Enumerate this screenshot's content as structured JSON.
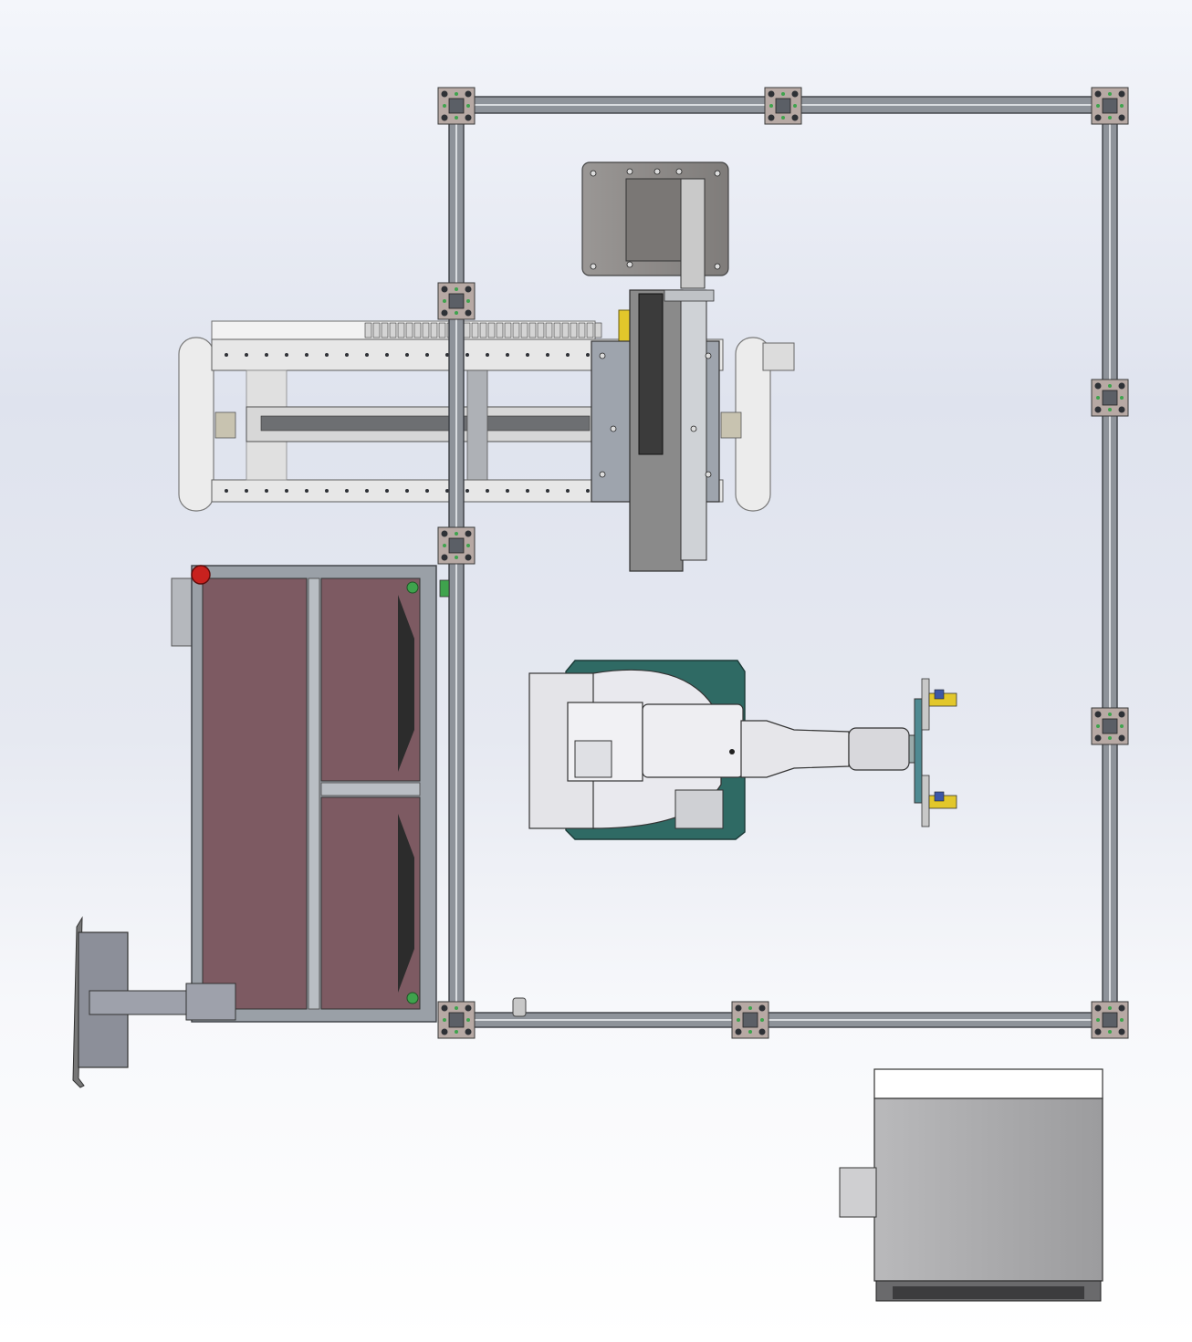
{
  "view": {
    "type": "CAD top-view assembly render",
    "background": [
      "#f4f6fb",
      "#dfe3ee",
      "#ffffff"
    ]
  },
  "palette": {
    "profile": "#8e939a",
    "profile_dark": "#3c3f44",
    "bracket": "#b7a9a4",
    "bolt": "#2e3136",
    "green_marker": "#3fa34d",
    "red_marker": "#c8211e",
    "cabinet_panel": "#7d5a62",
    "cabinet_frame": "#9aa0a7",
    "robot_base": "#2f6a64",
    "robot_body": "#e9e9ee",
    "yellow_block": "#e2c72b",
    "steel_plate": "#8f8c8a",
    "controller_body": "#a7a7a9",
    "pendant": "#8c8f99"
  },
  "components": [
    {
      "id": "safety-fence-frame",
      "icon": "aluminium-profile-frame"
    },
    {
      "id": "linear-gantry-axis",
      "icon": "linear-module"
    },
    {
      "id": "loading-station-plate",
      "icon": "fixture-plate"
    },
    {
      "id": "material-cabinet",
      "icon": "drawer-cabinet"
    },
    {
      "id": "six-axis-robot",
      "icon": "robot-arm"
    },
    {
      "id": "end-effector-gripper",
      "icon": "gripper"
    },
    {
      "id": "teach-pendant-arm",
      "icon": "swing-arm-monitor"
    },
    {
      "id": "robot-controller",
      "icon": "controller-cabinet"
    }
  ]
}
